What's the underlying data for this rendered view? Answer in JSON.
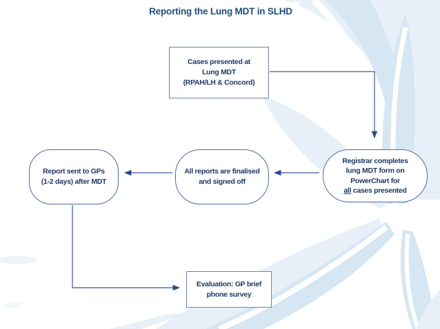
{
  "page": {
    "title": "Reporting the Lung MDT in SLHD"
  },
  "nodes": {
    "cases": {
      "line1": "Cases presented at",
      "line2": "Lung MDT",
      "line3": "(RPAH/LH & Concord)"
    },
    "registrar": {
      "line1": "Registrar completes",
      "line2": "lung MDT form on",
      "line3": "PowerChart for",
      "line4_underlined": "all",
      "line4_rest": " cases presented"
    },
    "reports": {
      "line1": "All reports are finalised",
      "line2": "and signed off"
    },
    "gp_report": {
      "line1": "Report sent to GPs",
      "line2": "(1-2 days) after MDT"
    },
    "evaluation": {
      "line1": "Evaluation: GP brief",
      "line2": "phone survey"
    }
  },
  "colors": {
    "title_text": "#1F4E79",
    "node_text": "#1F3864",
    "rect_border": "#6E81A3",
    "stadium_border": "#4A69A2",
    "connector": "#3A5795",
    "arrowhead": "#2C4A85",
    "swoosh_light": "#E7F0F8",
    "swoosh_mid": "#D6E6F3",
    "background": "#FFFFFF"
  }
}
